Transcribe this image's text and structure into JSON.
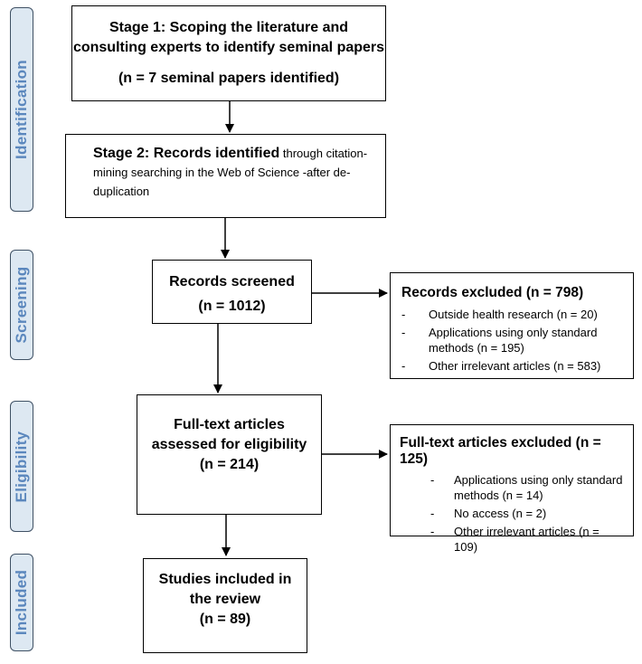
{
  "phases": {
    "identification": "Identification",
    "screening": "Screening",
    "eligibility": "Eligibility",
    "included": "Included"
  },
  "stage1": {
    "title_line1": "Stage 1: Scoping the literature and",
    "title_line2": "consulting experts to identify seminal papers",
    "count": "(n = 7 seminal papers identified)"
  },
  "stage2": {
    "title": "Stage 2: Records identified",
    "text": " through citation-mining searching in the Web of Science -after de-duplication"
  },
  "screened": {
    "title": "Records screened",
    "count": "(n = 1012)"
  },
  "excluded": {
    "title": "Records excluded (n = 798)",
    "items": [
      "Outside health research (n = 20)",
      "Applications using only standard methods (n = 195)",
      "Other irrelevant articles (n = 583)"
    ]
  },
  "fulltext": {
    "line1": "Full-text articles",
    "line2": "assessed for eligibility",
    "count": "(n = 214)"
  },
  "fulltext_excluded": {
    "title": "Full-text articles excluded (n = 125)",
    "items": [
      "Applications using only standard methods (n = 14)",
      "No access (n = 2)",
      "Other irrelevant articles (n = 109)"
    ]
  },
  "included": {
    "line1": "Studies included in",
    "line2": "the review",
    "count": "(n = 89)"
  },
  "colors": {
    "phase_fill": "#dde8f2",
    "phase_border": "#3f5164",
    "phase_text": "#5b87bd"
  }
}
